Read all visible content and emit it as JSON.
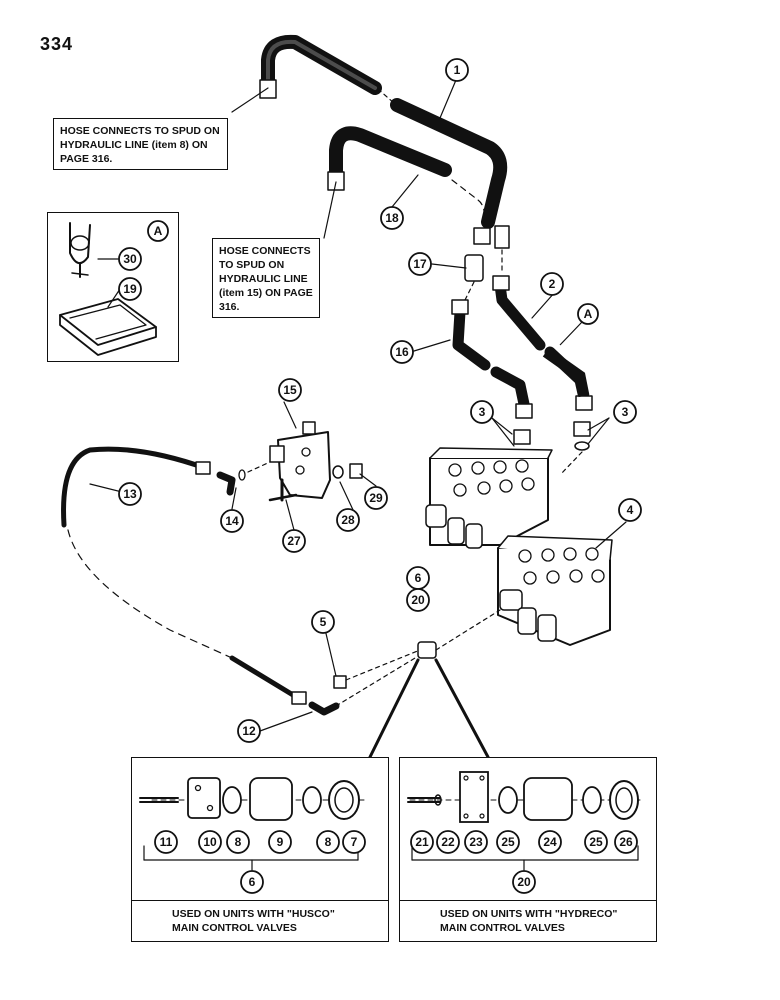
{
  "page_number": "334",
  "notes": {
    "top": [
      "HOSE CONNECTS TO SPUD ON",
      "HYDRAULIC LINE (item 8) ON",
      "PAGE 316."
    ],
    "middle": [
      "HOSE CONNECTS",
      "TO SPUD ON",
      "HYDRAULIC LINE",
      "(item 15) ON PAGE",
      "316."
    ]
  },
  "inset_label": "A",
  "hose_end_label": "A",
  "callouts": {
    "c1": "1",
    "c18": "18",
    "c17": "17",
    "c2": "2",
    "c16": "16",
    "c30": "30",
    "c19": "19",
    "c15": "15",
    "c13": "13",
    "c14": "14",
    "c27": "27",
    "c28": "28",
    "c29": "29",
    "c3a": "3",
    "c3b": "3",
    "c4": "4",
    "c6": "6",
    "c20": "20",
    "c5": "5",
    "c12": "12"
  },
  "husco_kit": {
    "items": [
      "11",
      "10",
      "8",
      "9",
      "8",
      "7"
    ],
    "kit_number": "6",
    "caption": [
      "USED ON UNITS WITH \"HUSCO\"",
      "MAIN CONTROL VALVES"
    ]
  },
  "hydreco_kit": {
    "items": [
      "21",
      "22",
      "23",
      "25",
      "24",
      "25",
      "26"
    ],
    "kit_number": "20",
    "caption": [
      "USED ON UNITS WITH \"HYDRECO\"",
      "MAIN CONTROL VALVES"
    ]
  }
}
